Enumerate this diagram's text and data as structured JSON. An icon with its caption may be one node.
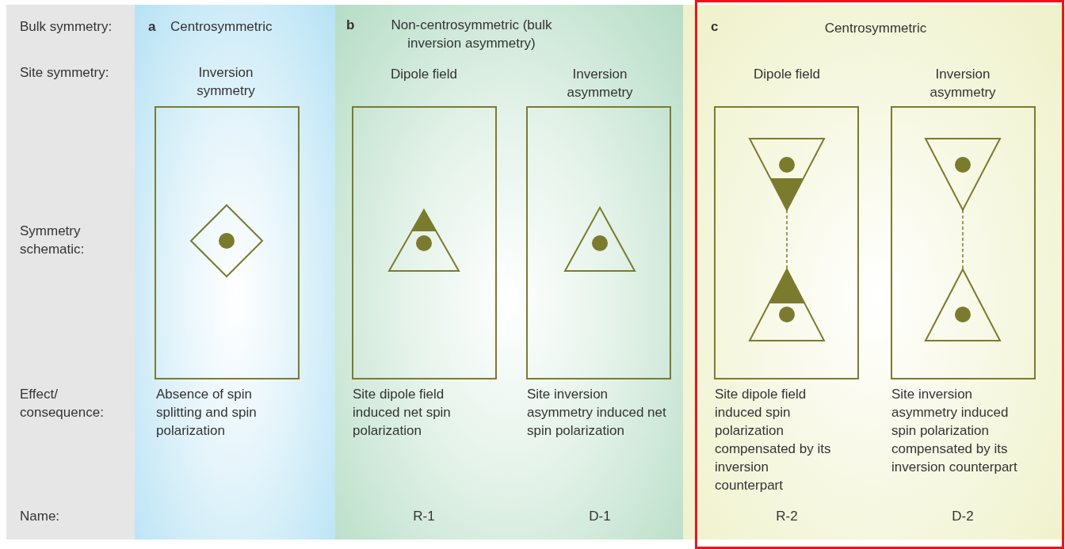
{
  "diagram": {
    "labels": [
      "Bulk symmetry:",
      "a",
      "Centrosymmetric",
      "b",
      "Non-centrosymmetric (bulk inversion asymmetry)",
      "c",
      "Centrosymmetric",
      "Site symmetry:",
      "Inversion symmetry",
      "Dipole field",
      "Inversion asymmetry",
      "Dipole field",
      "Inversion asymmetry",
      "Symmetry schematic:",
      "Effect/ consequence:",
      "Absence of spin splitting and spin polarization",
      "Site dipole field induced net spin polarization",
      "Site inversion asymmetry induced net spin polarization",
      "Site dipole field induced spin polarization compensated by its inversion counterpart",
      "Site inversion asymmetry induced spin polarization compensated by its inversion counterpart",
      "Name:",
      "R-1",
      "D-1",
      "R-2",
      "D-2"
    ]
  }
}
